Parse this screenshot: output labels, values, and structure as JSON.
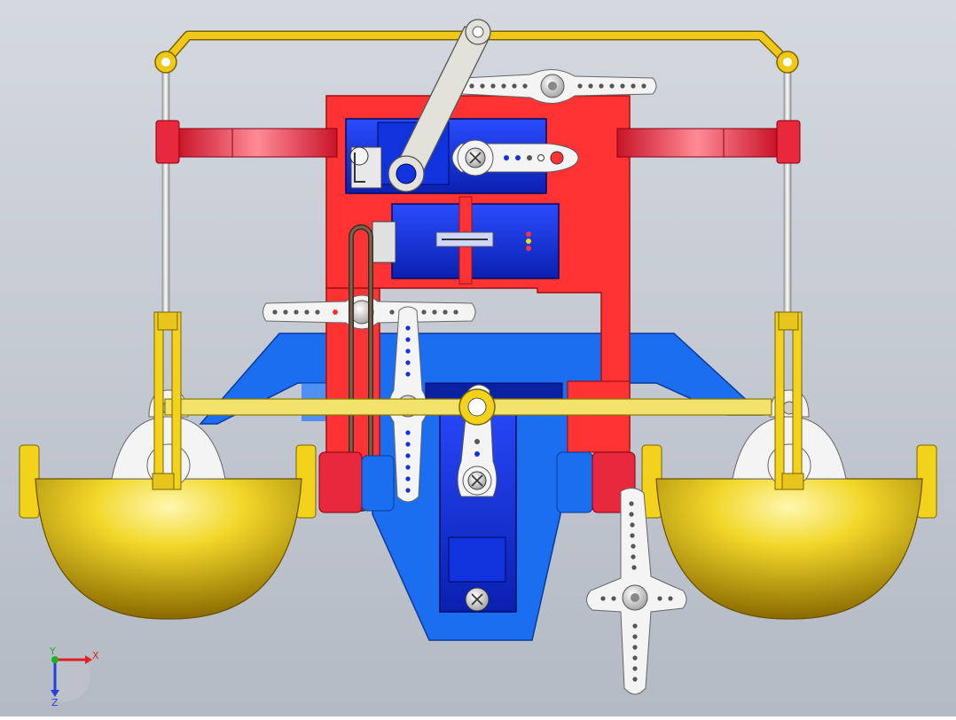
{
  "view": {
    "background_top": "#d4d9e0",
    "background_bottom": "#b4bac4",
    "colors": {
      "frame_red": "#ff3333",
      "servo_blue": "#1133dd",
      "bracket_blue": "#1c6ef0",
      "brass_yellow": "#f2d21a",
      "bowl_gold": "#e8c51c",
      "horn_white": "#f4f4f4",
      "rod_white": "#e6e6e6",
      "clamp_red": "#e8283c",
      "belt_brown": "#5a4a3c"
    }
  },
  "model": {
    "parts": [
      "top-balance-beam",
      "pivot-link-arm",
      "servo-horn-top",
      "main-frame-plate",
      "upper-servo",
      "middle-servo",
      "drive-belt",
      "servo-horn-left",
      "servo-horn-vertical",
      "lower-bracket",
      "lower-balance-bar",
      "lower-servo",
      "left-bowl",
      "right-bowl",
      "servo-horn-cross",
      "left-clamp",
      "right-clamp",
      "left-hanger-rod",
      "right-hanger-rod"
    ]
  },
  "triad": {
    "x_label": "X",
    "y_label": "Y",
    "z_label": "Z",
    "x_color": "#e02020",
    "y_color": "#20b020",
    "z_color": "#2040e0"
  }
}
